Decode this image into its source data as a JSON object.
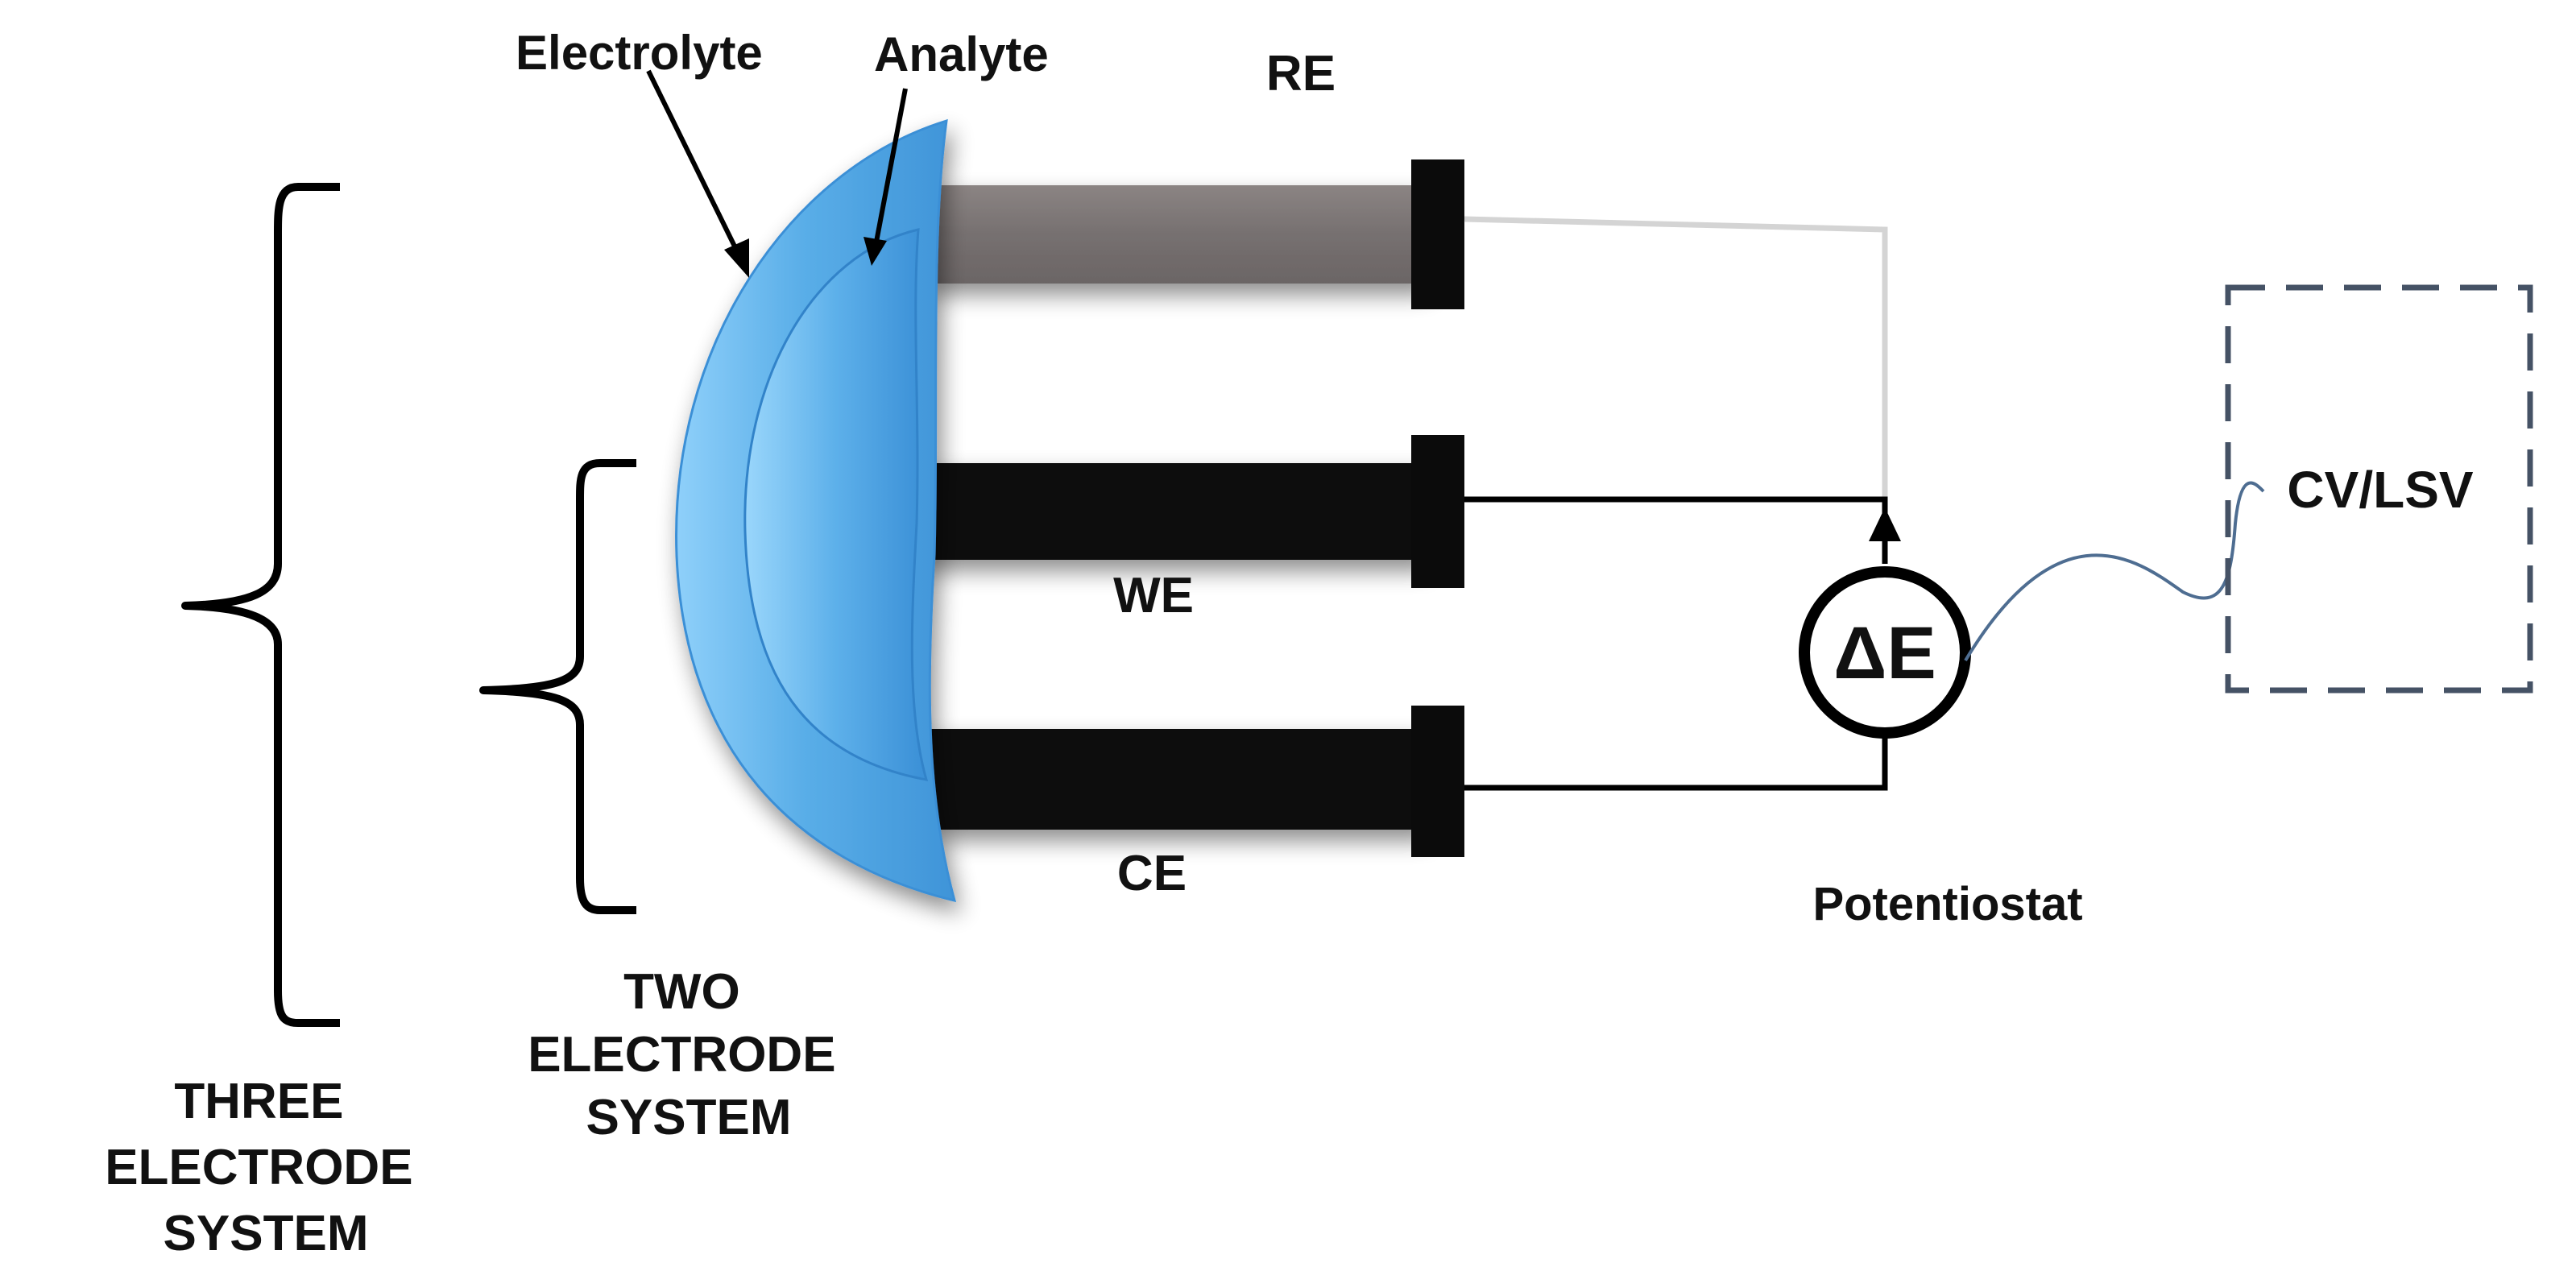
{
  "labels": {
    "electrolyte": "Electrolyte",
    "analyte": "Analyte",
    "re": "RE",
    "we": "WE",
    "ce": "CE",
    "delta_e": "ΔE",
    "potentiostat": "Potentiostat",
    "cv_lsv": "CV/LSV",
    "two_system": [
      "TWO",
      "ELECTRODE",
      "SYSTEM"
    ],
    "three_system": [
      "THREE",
      "ELECTRODE",
      "SYSTEM"
    ]
  },
  "colors": {
    "electrolyte_outer": "#5aaee8",
    "analyte_inner": "#4a9fe0",
    "reference_rod": "#797271",
    "electrode_black": "#0b0b0b",
    "wire": "#000000",
    "reference_wire": "#d4d4d4",
    "signal_wire": "#4e6d91",
    "dashed_box": "#455265"
  }
}
